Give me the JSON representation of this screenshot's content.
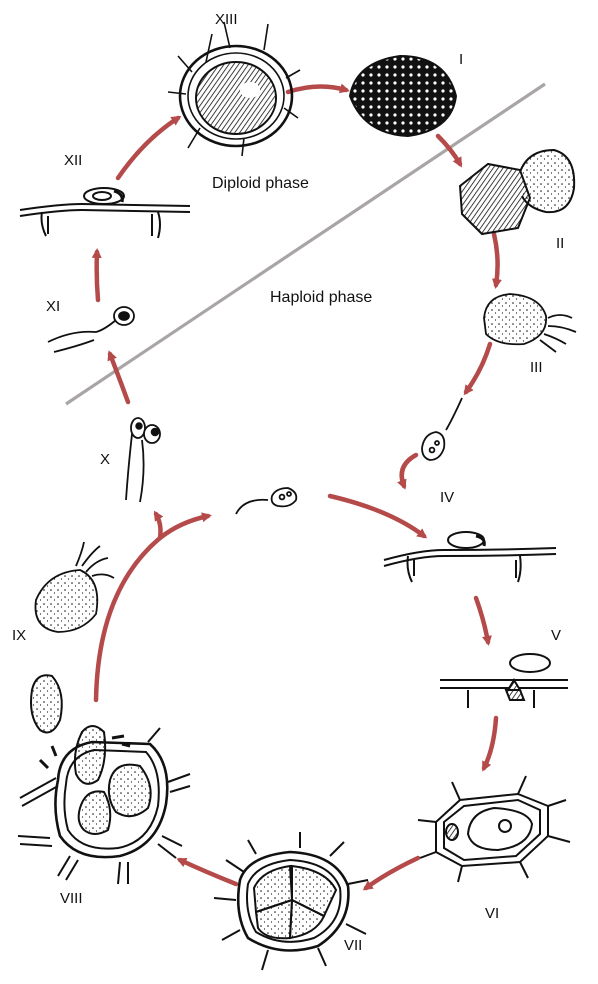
{
  "diagram": {
    "phase_labels": {
      "diploid": "Diploid phase",
      "haploid": "Haploid phase"
    },
    "stages": [
      {
        "id": "I",
        "label": "I"
      },
      {
        "id": "II",
        "label": "II"
      },
      {
        "id": "III",
        "label": "III"
      },
      {
        "id": "IV",
        "label": "IV"
      },
      {
        "id": "V",
        "label": "V"
      },
      {
        "id": "VI",
        "label": "VI"
      },
      {
        "id": "VII",
        "label": "VII"
      },
      {
        "id": "VIII",
        "label": "VIII"
      },
      {
        "id": "IX",
        "label": "IX"
      },
      {
        "id": "X",
        "label": "X"
      },
      {
        "id": "XI",
        "label": "XI"
      },
      {
        "id": "XII",
        "label": "XII"
      },
      {
        "id": "XIII",
        "label": "XIII"
      }
    ],
    "colors": {
      "arrow": "#b54a4a",
      "divider": "#a9a4a6",
      "ink": "#111111"
    }
  }
}
